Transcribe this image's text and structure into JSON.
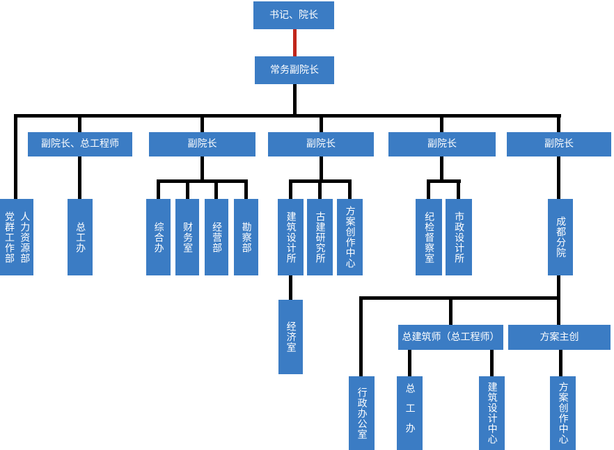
{
  "colors": {
    "box_fill": "#3B7CC4",
    "box_text": "#FFFFFF",
    "connector": "#000000",
    "red_connector": "#C0261B",
    "background": "#FFFFFF"
  },
  "nodes": {
    "president": "书记、院长",
    "executive_vp": "常务副院长",
    "vp_chief_engineer": "副院长、总工程师",
    "vp_1": "副院长",
    "vp_2": "副院长",
    "vp_3": "副院长",
    "vp_4": "副院长",
    "party_mass_dept": "党群工作部",
    "hr_dept": "人力资源部",
    "chief_engineer_office": "总工办",
    "general_office": "综合办",
    "finance_office": "财务室",
    "operations_dept": "经营部",
    "survey_dept": "勘察部",
    "architectural_design_institute": "建筑设计所",
    "ancient_architecture_research_institute": "古建研究所",
    "scheme_creation_center": "方案创作中心",
    "economics_office": "经济室",
    "discipline_inspection_office": "纪检督察室",
    "municipal_design_institute": "市政设计所",
    "chengdu_branch": "成都分院",
    "chief_architect": "总建筑师（总工程师）",
    "scheme_lead": "方案主创",
    "branch_admin_office": "行政办公室",
    "branch_chief_engineer_office": "总工办",
    "branch_architectural_design_center": "建筑设计中心",
    "branch_scheme_creation_center": "方案创作中心"
  },
  "special_edge": {
    "from": "president",
    "to": "executive_vp",
    "color": "#C0261B"
  },
  "hierarchy": {
    "president": [
      "executive_vp"
    ],
    "executive_vp": [
      "party_mass_dept",
      "hr_dept",
      "vp_chief_engineer",
      "vp_1",
      "vp_2",
      "vp_3",
      "vp_4"
    ],
    "vp_chief_engineer": [
      "chief_engineer_office"
    ],
    "vp_1": [
      "general_office",
      "finance_office",
      "operations_dept",
      "survey_dept"
    ],
    "vp_2": [
      "architectural_design_institute",
      "ancient_architecture_research_institute",
      "scheme_creation_center"
    ],
    "architectural_design_institute": [
      "economics_office"
    ],
    "vp_3": [
      "discipline_inspection_office",
      "municipal_design_institute"
    ],
    "vp_4": [
      "chengdu_branch"
    ],
    "chengdu_branch": [
      "branch_admin_office",
      "chief_architect",
      "scheme_lead"
    ],
    "chief_architect": [
      "branch_chief_engineer_office",
      "branch_architectural_design_center"
    ],
    "scheme_lead": [
      "branch_scheme_creation_center"
    ]
  }
}
